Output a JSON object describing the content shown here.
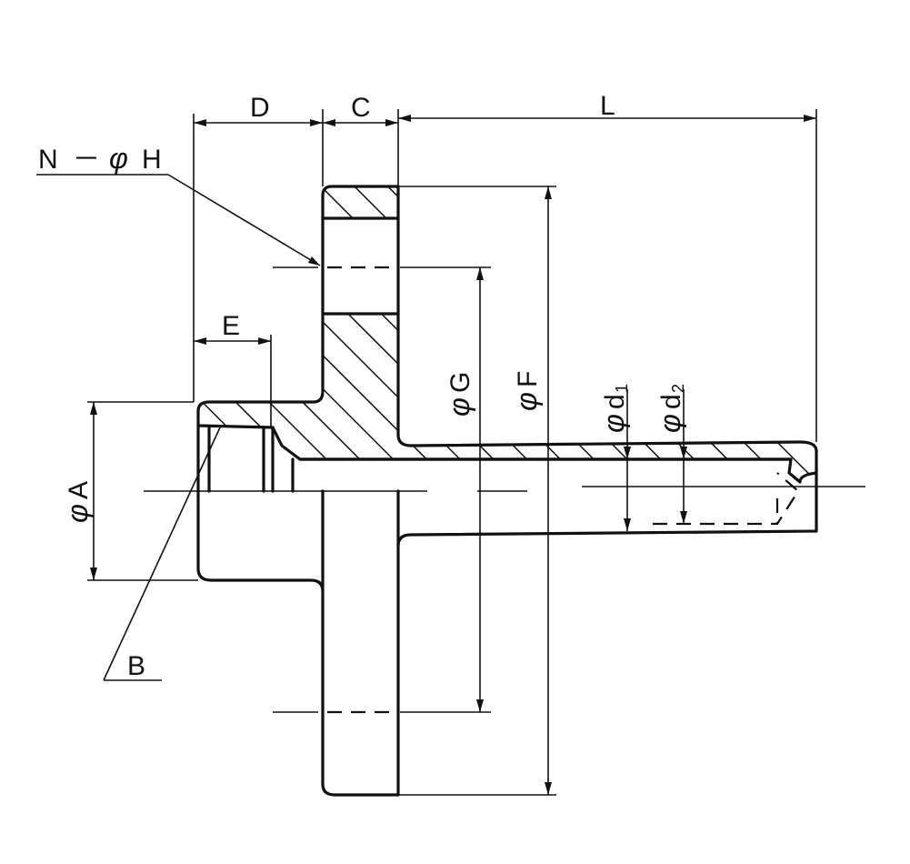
{
  "drawing": {
    "labels": {
      "D": "D",
      "C": "C",
      "L": "L",
      "N_H_prefix": "N",
      "N_H_dash": "－",
      "N_H_phi": "φ",
      "N_H_suffix": "H",
      "E": "E",
      "A_phi": "φ",
      "A": "A",
      "B": "B",
      "G_phi": "φ",
      "G": "G",
      "F_phi": "φ",
      "F": "F",
      "d1_phi": "φ",
      "d1": "d",
      "d1_sub": "1",
      "d2_phi": "φ",
      "d2": "d",
      "d2_sub": "2"
    }
  }
}
